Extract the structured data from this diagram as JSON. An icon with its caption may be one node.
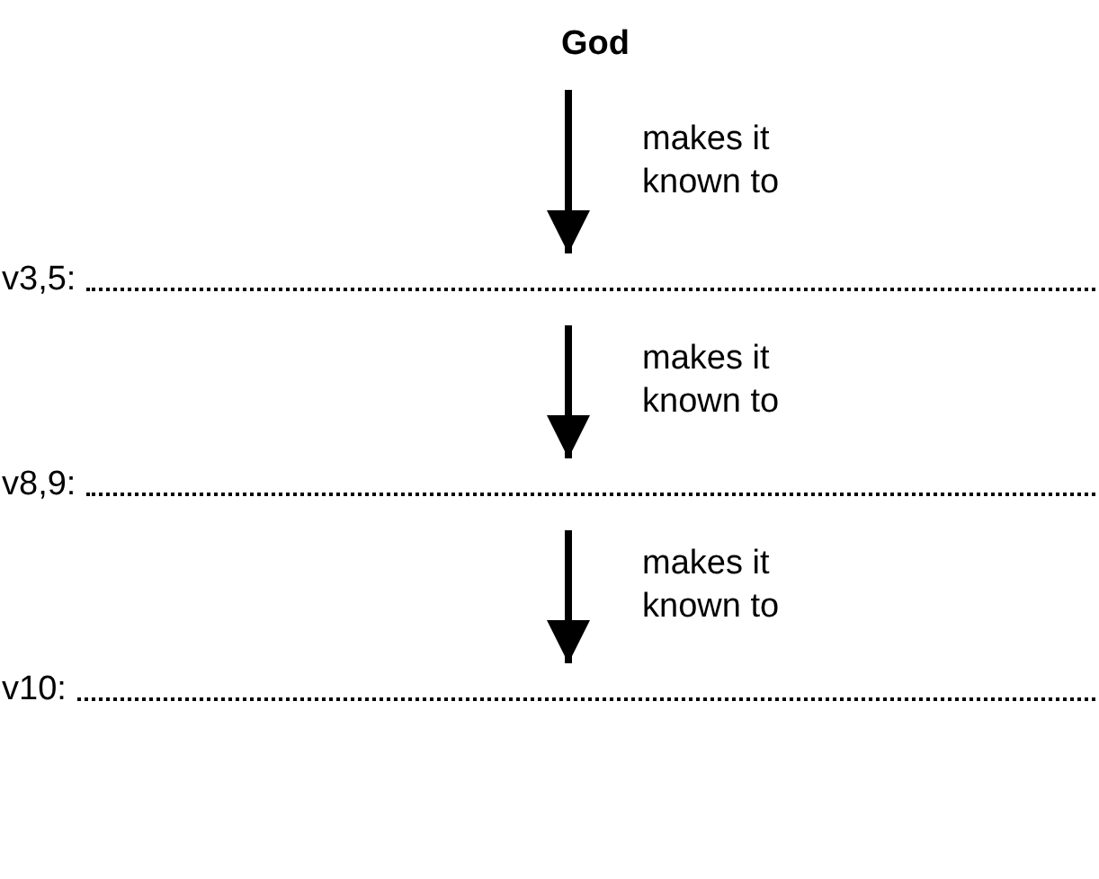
{
  "diagram": {
    "nodes": [
      {
        "text": [
          "God"
        ]
      },
      {
        "text": [
          "v3,5:"
        ]
      },
      {
        "text": [
          "v8,9:"
        ]
      },
      {
        "text": [
          "v10:"
        ]
      }
    ],
    "edges": [
      {
        "from": 0,
        "to": 1,
        "arrow": "to",
        "label": "makes it known to"
      },
      {
        "from": 1,
        "to": 2,
        "arrow": "to",
        "label": "makes it known to"
      },
      {
        "from": 2,
        "to": 3,
        "arrow": "to",
        "label": "makes it known to"
      }
    ]
  }
}
